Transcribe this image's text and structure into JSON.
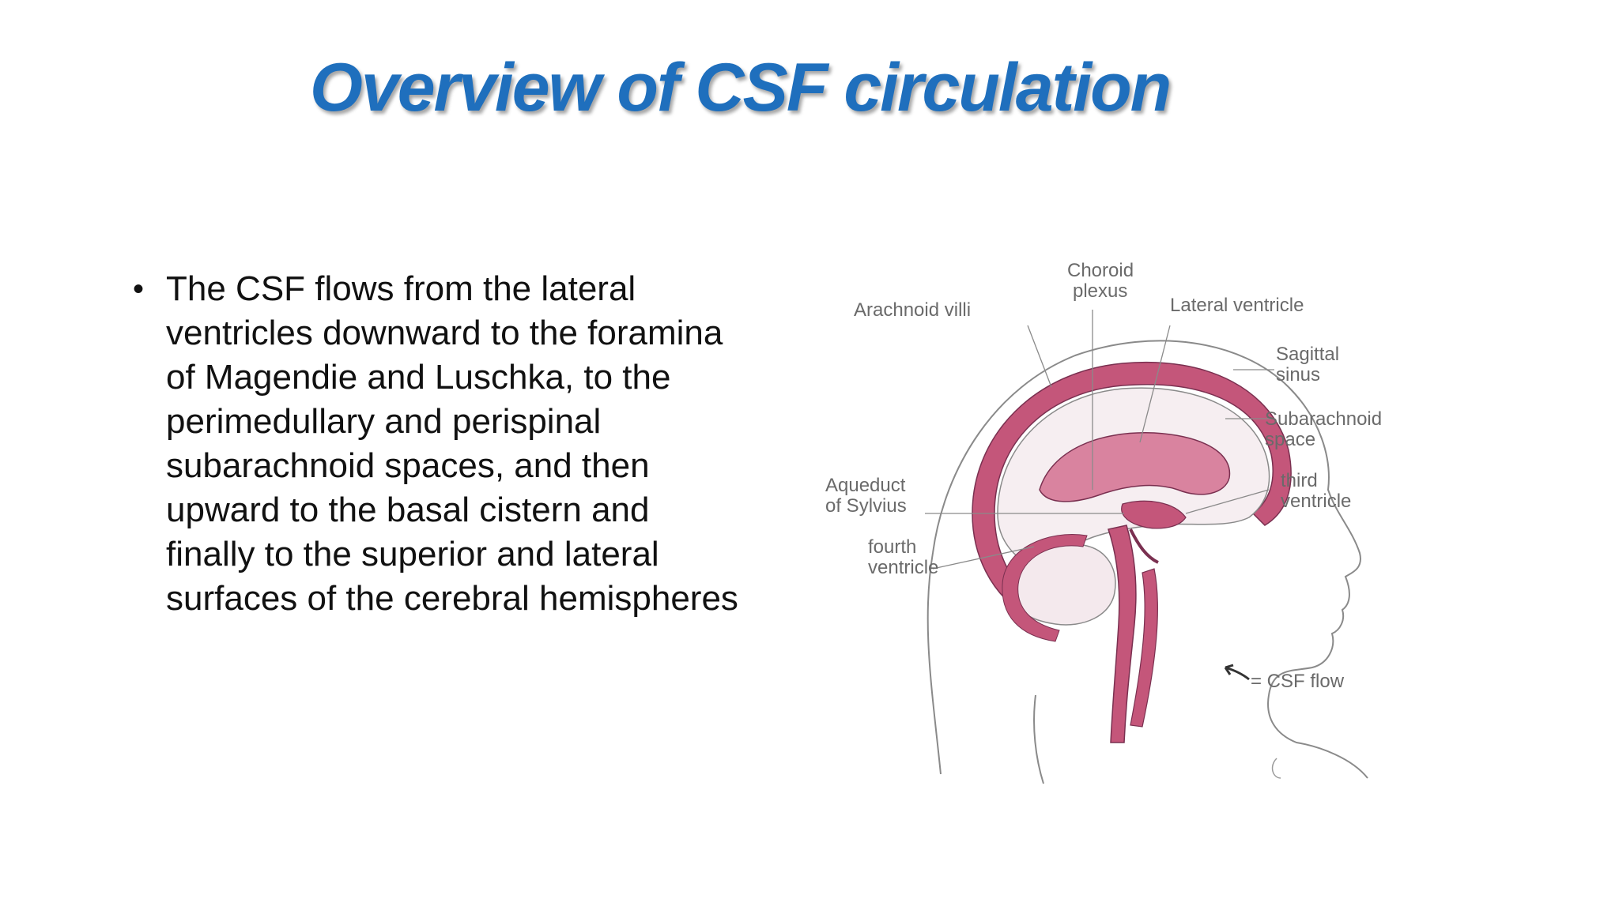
{
  "slide": {
    "title": "Overview of CSF circulation",
    "bullet_lines": [
      "The CSF flows from the lateral",
      "ventricles downward to the foramina",
      "of Magendie and Luschka, to the",
      "perimedullary and perispinal",
      "subarachnoid spaces, and then",
      "upward to the basal cistern and",
      "finally to the superior and lateral",
      "surfaces of the cerebral hemispheres"
    ]
  },
  "figure": {
    "labels": {
      "choroid_1": "Choroid",
      "choroid_2": "plexus",
      "arachnoid_villi": "Arachnoid villi",
      "lateral_ventricle": "Lateral ventricle",
      "sagittal_1": "Sagittal",
      "sagittal_2": "sinus",
      "subarachnoid_1": "Subarachnoid",
      "subarachnoid_2": "space",
      "third_1": "third",
      "third_2": "ventricle",
      "aqueduct_1": "Aqueduct",
      "aqueduct_2": "of Sylvius",
      "fourth_1": "fourth",
      "fourth_2": "ventricle",
      "legend": "= CSF flow"
    },
    "colors": {
      "csf": "#c4567a",
      "csf_light": "#e9b9c9",
      "outline": "#8a8a8a"
    }
  }
}
